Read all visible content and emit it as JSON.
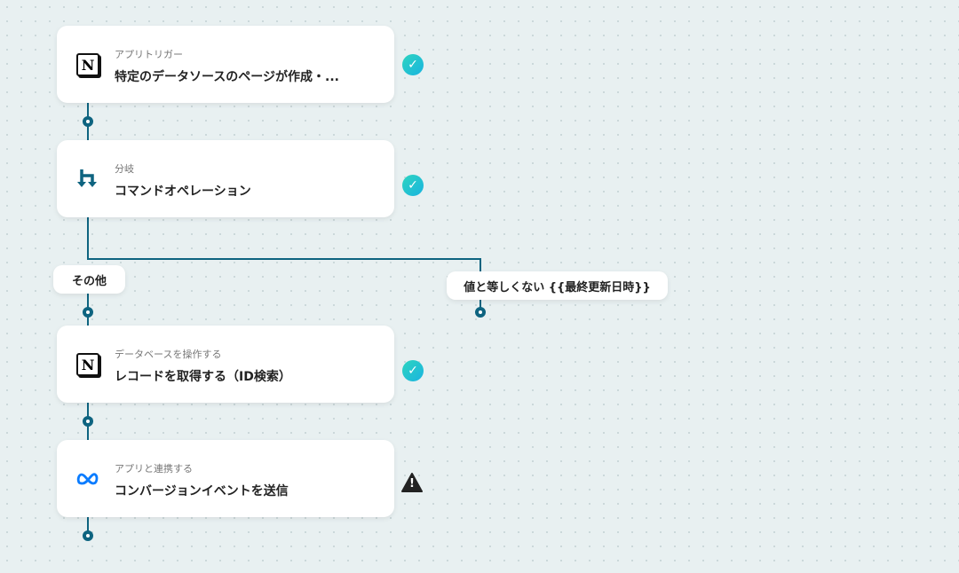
{
  "steps": [
    {
      "sub": "アプリトリガー",
      "title": "特定のデータソースのページが作成・...",
      "icon": "notion-icon",
      "status": "success"
    },
    {
      "sub": "分岐",
      "title": "コマンドオペレーション",
      "icon": "branch-icon",
      "status": "success"
    },
    {
      "sub": "データベースを操作する",
      "title": "レコードを取得する（ID検索）",
      "icon": "notion-icon",
      "status": "success"
    },
    {
      "sub": "アプリと連携する",
      "title": "コンバージョンイベントを送信",
      "icon": "meta-icon",
      "status": "warning"
    }
  ],
  "branches": {
    "left": "その他",
    "right": "値と等しくない {{最終更新日時}}"
  },
  "icons": {
    "notion_letter": "N",
    "check": "✓",
    "warning": "!"
  },
  "colors": {
    "connector": "#0e6480",
    "success": "#1ec6d6",
    "meta": "#0a7cff"
  }
}
